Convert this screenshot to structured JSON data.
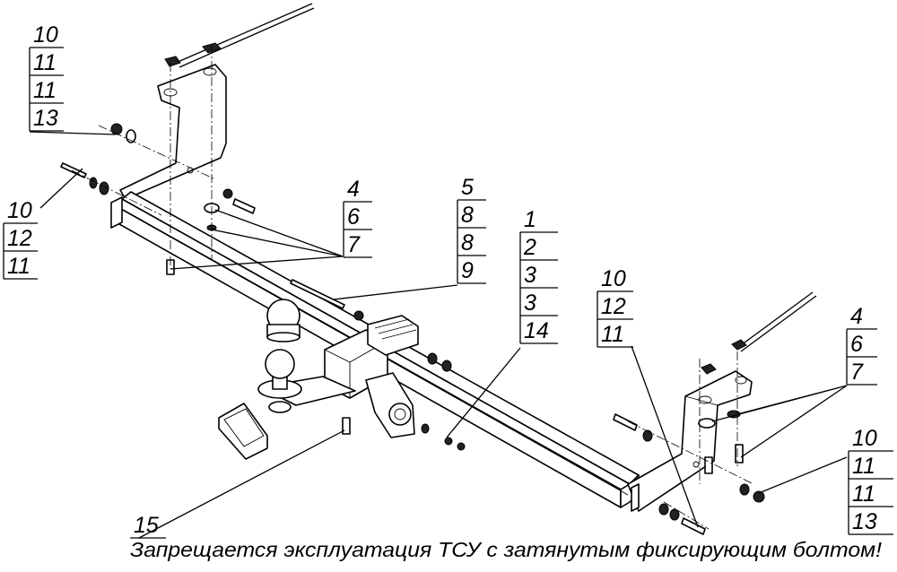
{
  "callouts": {
    "top_left": [
      "10",
      "11",
      "11",
      "13"
    ],
    "left": [
      "10",
      "12",
      "11"
    ],
    "mid_a": [
      "4",
      "6",
      "7"
    ],
    "mid_b": [
      "5",
      "8",
      "8",
      "9"
    ],
    "mid_c": [
      "1",
      "2",
      "3",
      "3",
      "14"
    ],
    "right_upper": [
      "10",
      "12",
      "11"
    ],
    "right_a": [
      "4",
      "6",
      "7"
    ],
    "right_b": [
      "10",
      "11",
      "11",
      "13"
    ],
    "bottom": [
      "15"
    ]
  },
  "warning_text": "Запрещается эксплуатация ТСУ с затянутым фиксирующим болтом!"
}
